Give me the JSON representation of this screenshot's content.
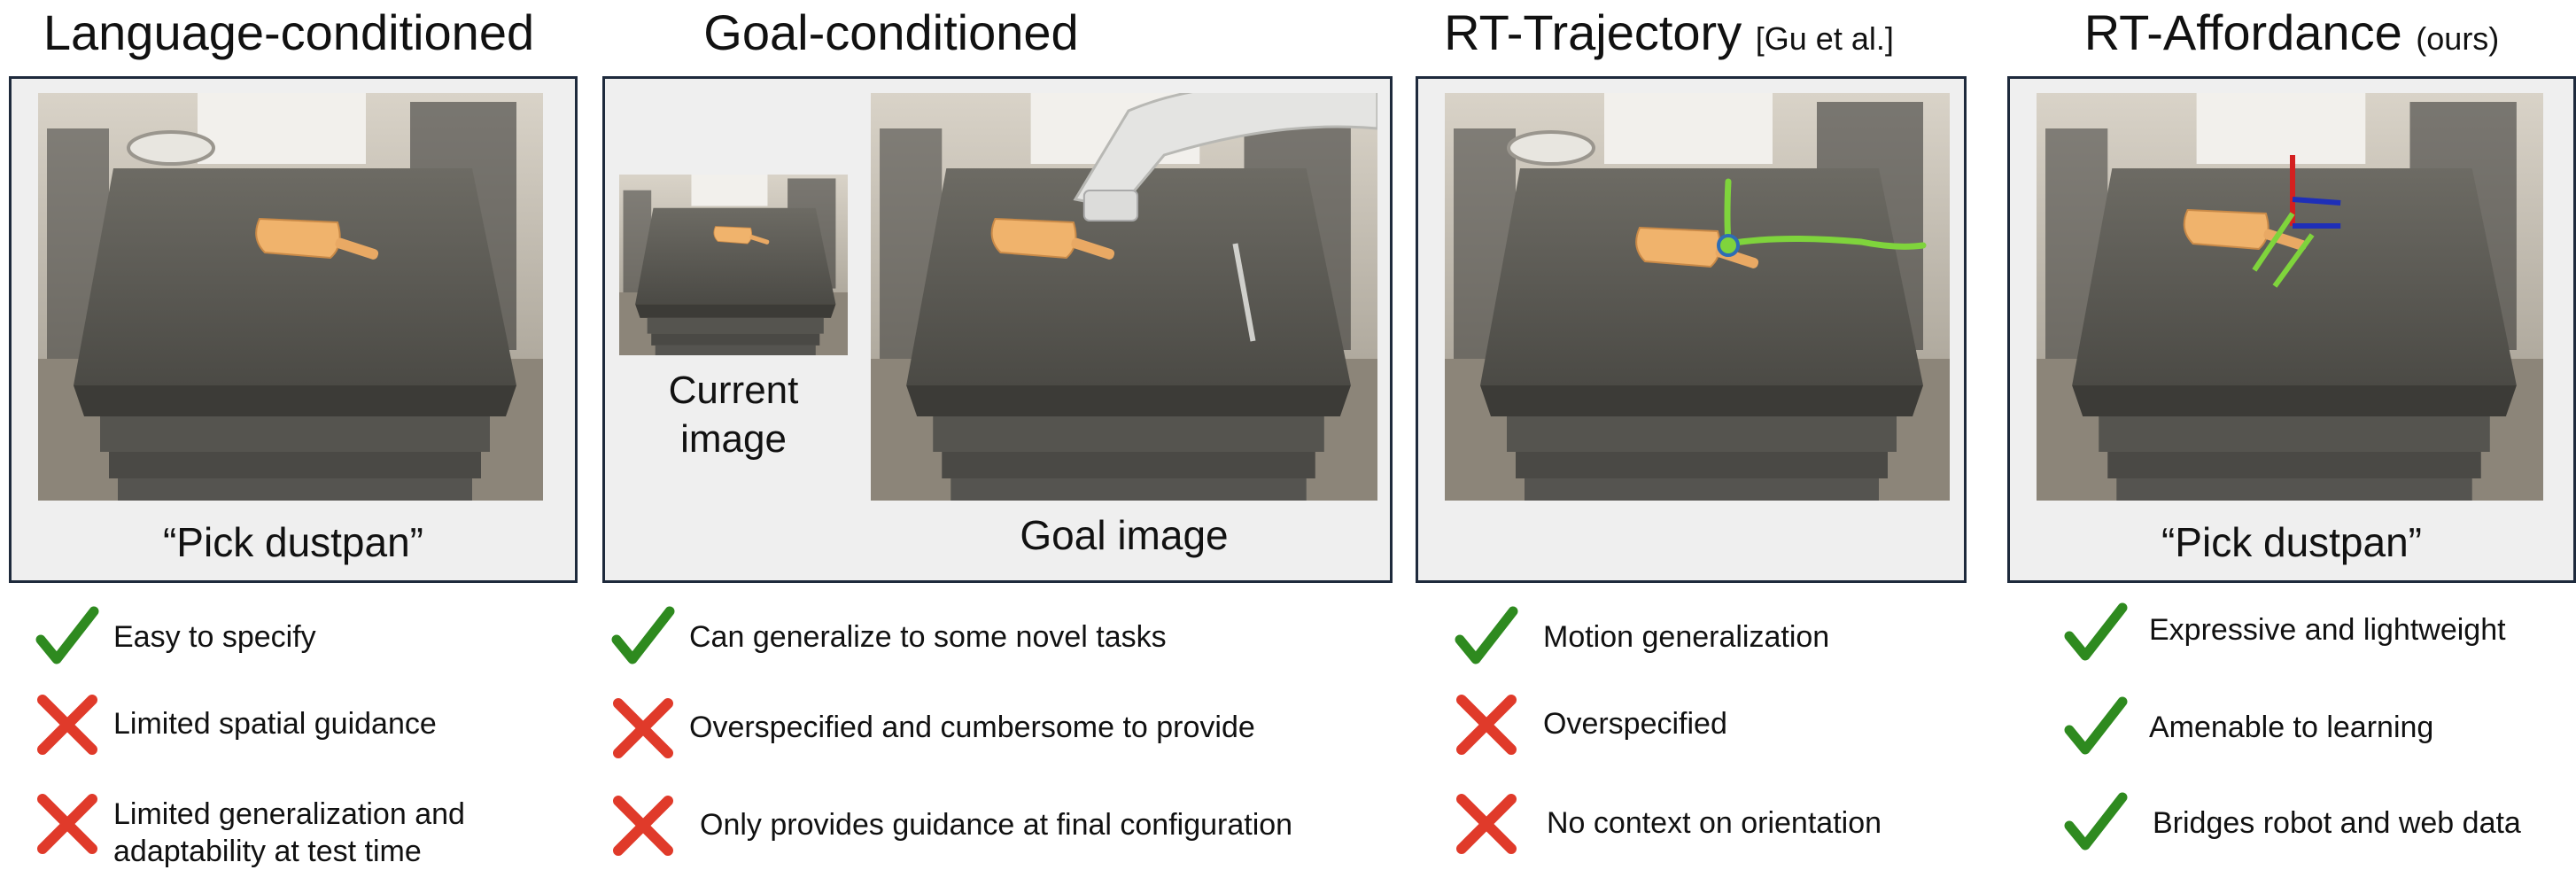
{
  "colors": {
    "panel_border": "#1e2a3c",
    "panel_bg": "#efefef",
    "check": "#2e8a1f",
    "cross": "#e03a2a",
    "trajectory": "#7fd43c"
  },
  "columns": [
    {
      "title": "Language-conditioned",
      "cite": "",
      "caption": "“Pick dustpan”",
      "bullets": [
        {
          "icon": "check-icon",
          "text": "Easy to specify"
        },
        {
          "icon": "cross-icon",
          "text": "Limited spatial guidance"
        },
        {
          "icon": "cross-icon",
          "text_line1": "Limited generalization and",
          "text_line2": "adaptability at test time"
        }
      ]
    },
    {
      "title": "Goal-conditioned",
      "cite": "",
      "current_caption_1": "Current",
      "current_caption_2": "image",
      "goal_caption": "Goal image",
      "bullets": [
        {
          "icon": "check-icon",
          "text": "Can generalize to some novel tasks"
        },
        {
          "icon": "cross-icon",
          "text": "Overspecified and cumbersome to provide"
        },
        {
          "icon": "cross-icon",
          "text": "Only provides guidance at final configuration"
        }
      ]
    },
    {
      "title": "RT-Trajectory",
      "cite": "[Gu et al.]",
      "bullets": [
        {
          "icon": "check-icon",
          "text": "Motion generalization"
        },
        {
          "icon": "cross-icon",
          "text": "Overspecified"
        },
        {
          "icon": "cross-icon",
          "text": "No context on orientation"
        }
      ]
    },
    {
      "title": "RT-Affordance",
      "cite": "(ours)",
      "caption": "“Pick dustpan”",
      "bullets": [
        {
          "icon": "check-icon",
          "text": "Expressive and lightweight"
        },
        {
          "icon": "check-icon",
          "text": "Amenable to learning"
        },
        {
          "icon": "check-icon",
          "text": "Bridges robot and web data"
        }
      ]
    }
  ]
}
